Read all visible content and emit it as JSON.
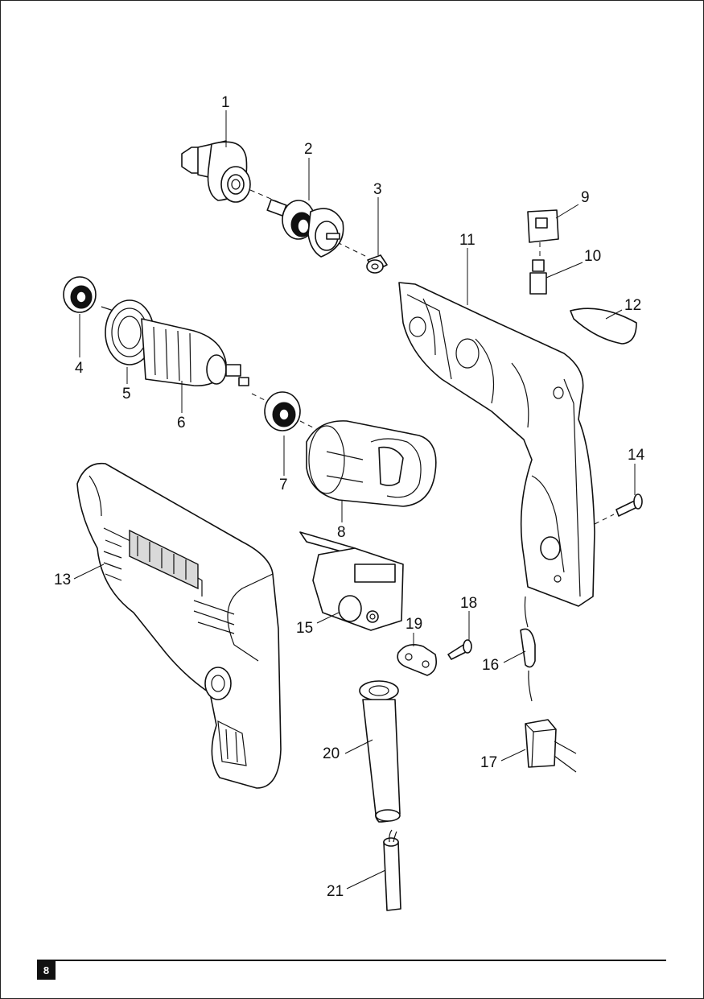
{
  "diagram": {
    "type": "exploded-parts-view",
    "callouts": [
      "1",
      "2",
      "3",
      "4",
      "5",
      "6",
      "7",
      "8",
      "9",
      "10",
      "11",
      "12",
      "13",
      "14",
      "15",
      "16",
      "17",
      "18",
      "19",
      "20",
      "21"
    ]
  },
  "footer": {
    "page_number": "8"
  },
  "colors": {
    "ink": "#111111",
    "paper": "#ffffff"
  }
}
